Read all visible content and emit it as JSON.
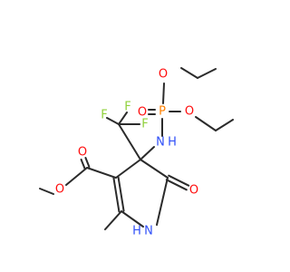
{
  "colors": {
    "carbon": "#2b2b2b",
    "oxygen": "#ff0d0d",
    "nitrogen": "#3050f8",
    "phosphorus": "#ff8000",
    "fluorine": "#8fd13a",
    "background": "#ffffff"
  },
  "atoms": [
    {
      "symbol": "O",
      "element": "oxygen"
    },
    {
      "symbol": "O",
      "element": "oxygen"
    },
    {
      "symbol": "P",
      "element": "phosphorus"
    },
    {
      "symbol": "O",
      "element": "oxygen"
    },
    {
      "symbol": "F",
      "element": "fluorine"
    },
    {
      "symbol": "F",
      "element": "fluorine"
    },
    {
      "symbol": "F",
      "element": "fluorine"
    },
    {
      "symbol": "N",
      "element": "nitrogen"
    },
    {
      "symbol": "H",
      "element": "nitrogen"
    },
    {
      "symbol": "O",
      "element": "oxygen"
    },
    {
      "symbol": "O",
      "element": "oxygen"
    },
    {
      "symbol": "O",
      "element": "oxygen"
    },
    {
      "symbol": "N",
      "element": "nitrogen"
    },
    {
      "symbol": "H",
      "element": "nitrogen"
    }
  ]
}
